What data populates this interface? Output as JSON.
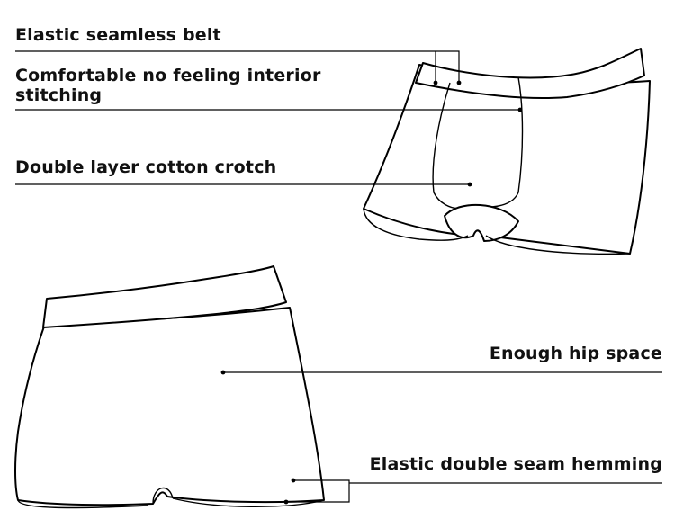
{
  "callouts": {
    "belt": "Elastic seamless belt",
    "stitching_line1": "Comfortable no feeling interior",
    "stitching_line2": "stitching",
    "crotch": "Double layer cotton crotch",
    "hip": "Enough hip space",
    "hemming": "Elastic double seam hemming"
  },
  "colors": {
    "background": "#ffffff",
    "ink": "#111111"
  }
}
